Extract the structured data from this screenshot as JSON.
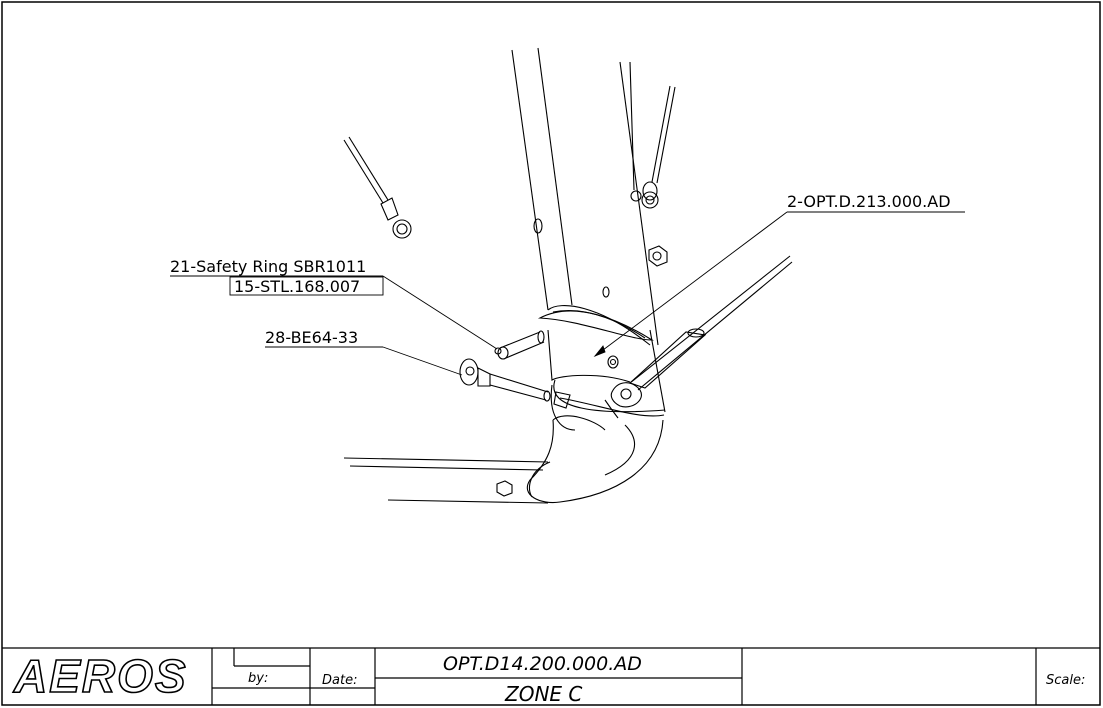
{
  "callouts": {
    "part_2": "2-OPT.D.213.000.AD",
    "part_21": "21-Safety Ring SBR1011",
    "part_15": "15-STL.168.007",
    "part_28": "28-BE64-33"
  },
  "title_block": {
    "logo": "AEROS",
    "by_label": "by:",
    "date_label": "Date:",
    "drawing_number": "OPT.D14.200.000.AD",
    "zone": "ZONE C",
    "scale_label": "Scale:"
  }
}
